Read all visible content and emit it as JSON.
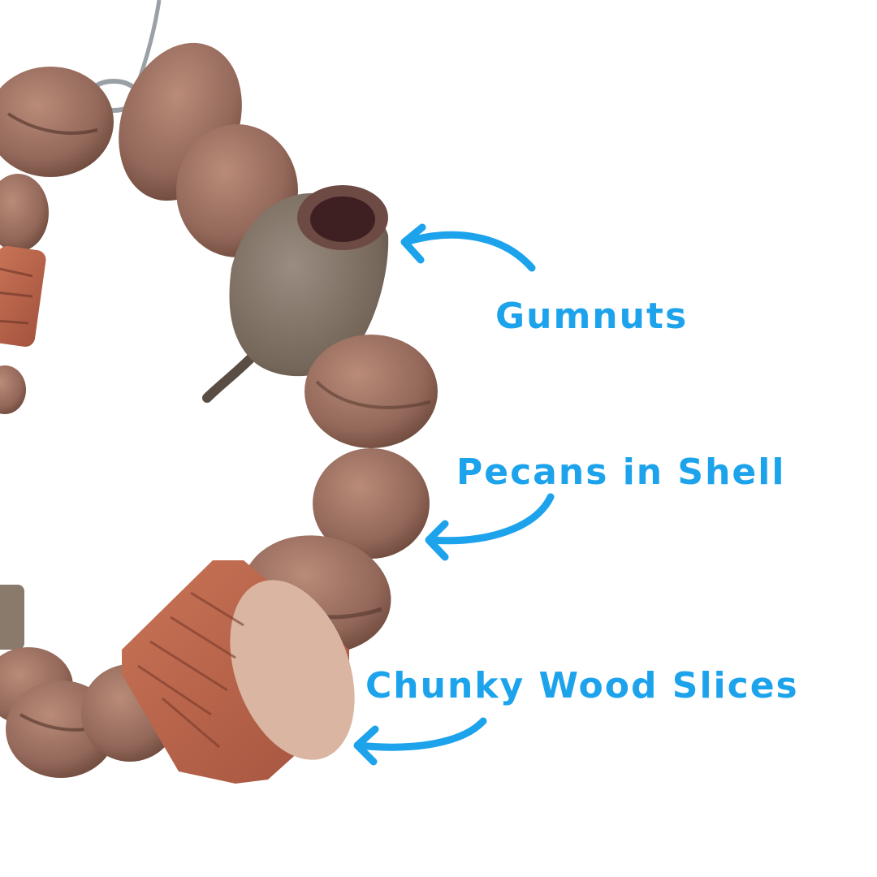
{
  "colors": {
    "background": "#ffffff",
    "annotation": "#1ca3ec",
    "pecan": "#9a6f5f",
    "pecan_dark": "#6e4a3c",
    "gumnut": "#7f7064",
    "wood": "#b5614a",
    "wood_cut": "#d9b5a2",
    "wire": "#9aa0a6"
  },
  "annotations": [
    {
      "label": "Gumnuts"
    },
    {
      "label": "Pecans in Shell"
    },
    {
      "label": "Chunky Wood Slices"
    }
  ]
}
